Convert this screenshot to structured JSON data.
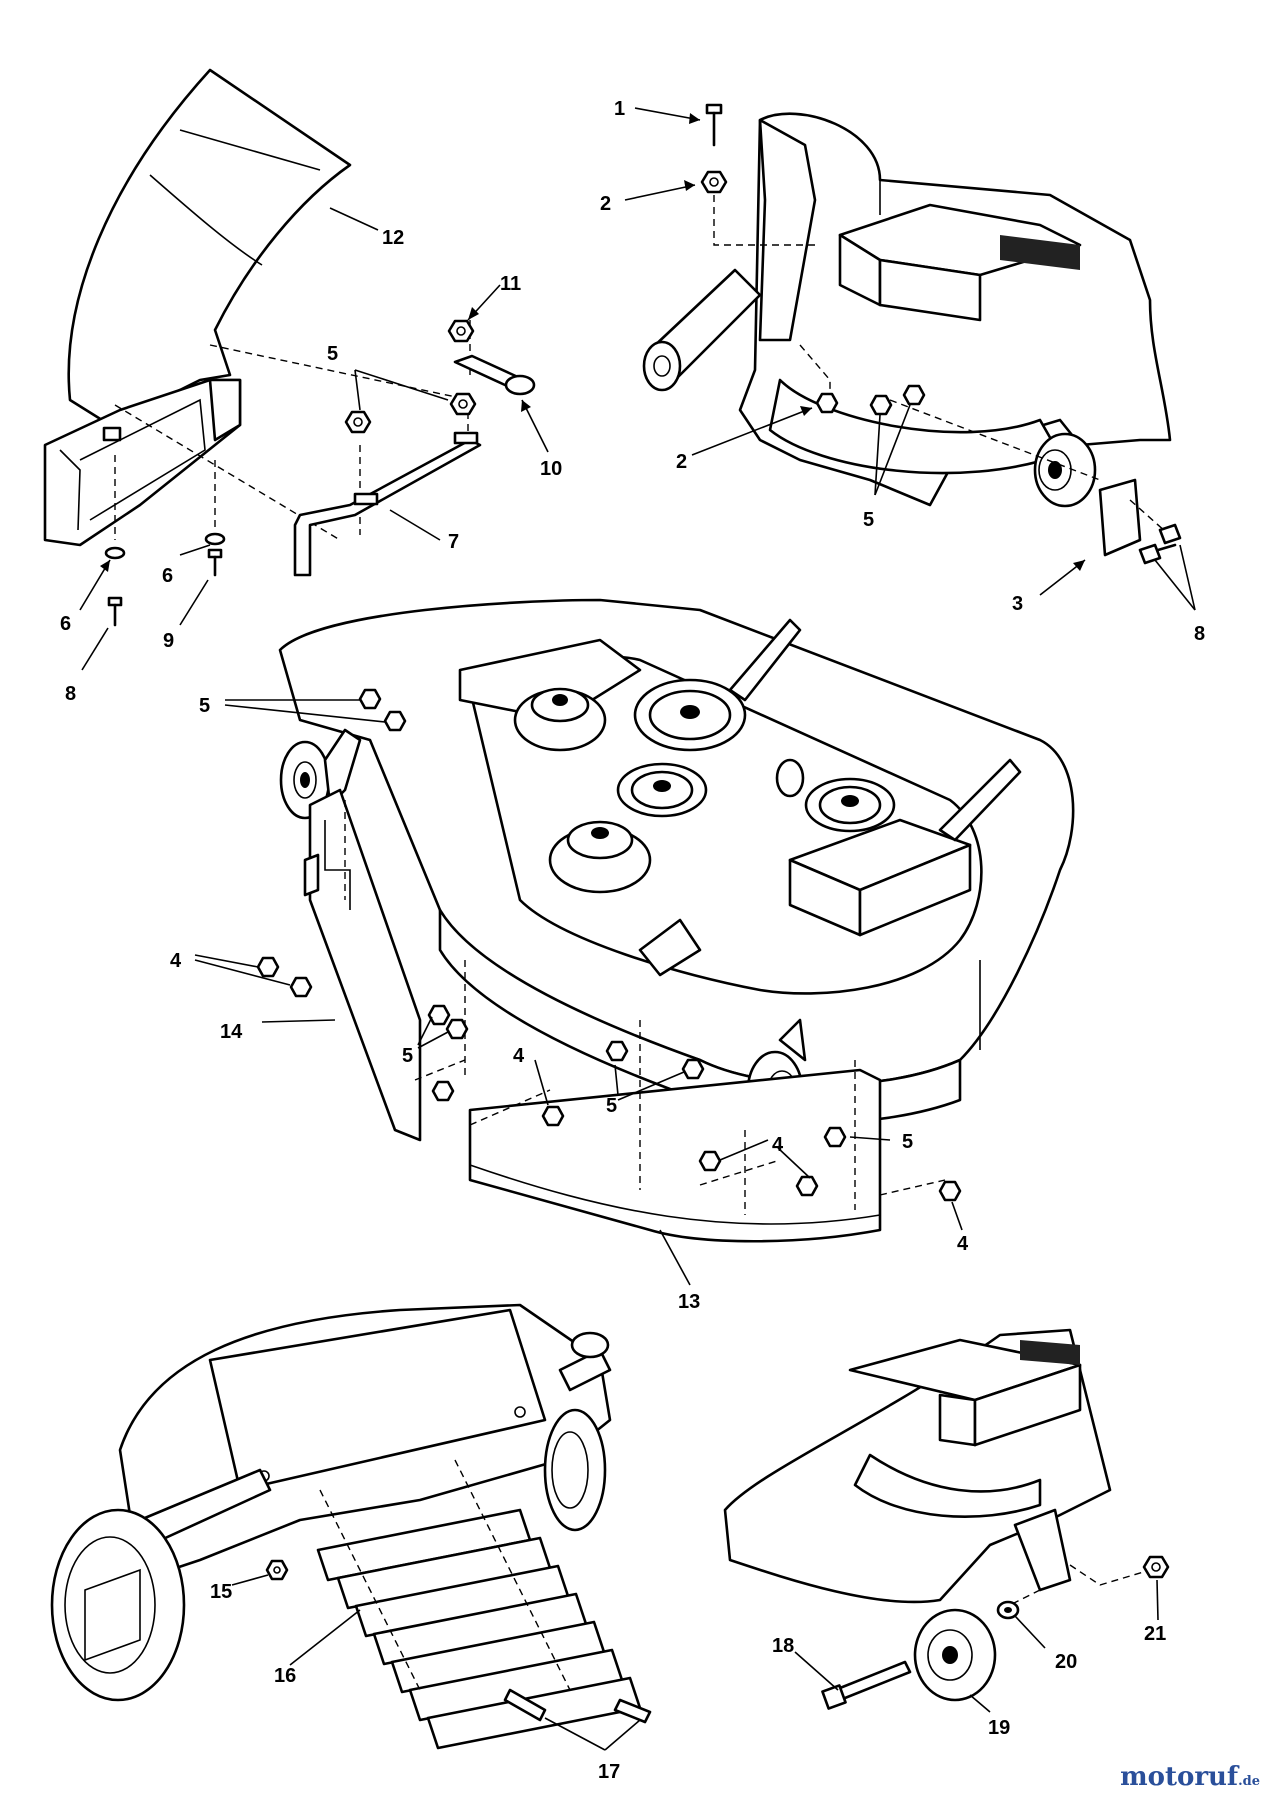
{
  "diagram": {
    "callouts": [
      {
        "id": "c1",
        "text": "1"
      },
      {
        "id": "c2a",
        "text": "2"
      },
      {
        "id": "c2b",
        "text": "2"
      },
      {
        "id": "c3",
        "text": "3"
      },
      {
        "id": "c4a",
        "text": "4"
      },
      {
        "id": "c4b",
        "text": "4"
      },
      {
        "id": "c4c",
        "text": "4"
      },
      {
        "id": "c4d",
        "text": "4"
      },
      {
        "id": "c5a",
        "text": "5"
      },
      {
        "id": "c5b",
        "text": "5"
      },
      {
        "id": "c5c",
        "text": "5"
      },
      {
        "id": "c5d",
        "text": "5"
      },
      {
        "id": "c5e",
        "text": "5"
      },
      {
        "id": "c5f",
        "text": "5"
      },
      {
        "id": "c6a",
        "text": "6"
      },
      {
        "id": "c6b",
        "text": "6"
      },
      {
        "id": "c7",
        "text": "7"
      },
      {
        "id": "c8a",
        "text": "8"
      },
      {
        "id": "c8b",
        "text": "8"
      },
      {
        "id": "c9",
        "text": "9"
      },
      {
        "id": "c10",
        "text": "10"
      },
      {
        "id": "c11",
        "text": "11"
      },
      {
        "id": "c12",
        "text": "12"
      },
      {
        "id": "c13",
        "text": "13"
      },
      {
        "id": "c14",
        "text": "14"
      },
      {
        "id": "c15",
        "text": "15"
      },
      {
        "id": "c16",
        "text": "16"
      },
      {
        "id": "c17",
        "text": "17"
      },
      {
        "id": "c18",
        "text": "18"
      },
      {
        "id": "c19",
        "text": "19"
      },
      {
        "id": "c20",
        "text": "20"
      },
      {
        "id": "c21",
        "text": "21"
      }
    ]
  },
  "watermark": {
    "brand": "motoruf",
    "tld": ".de"
  }
}
